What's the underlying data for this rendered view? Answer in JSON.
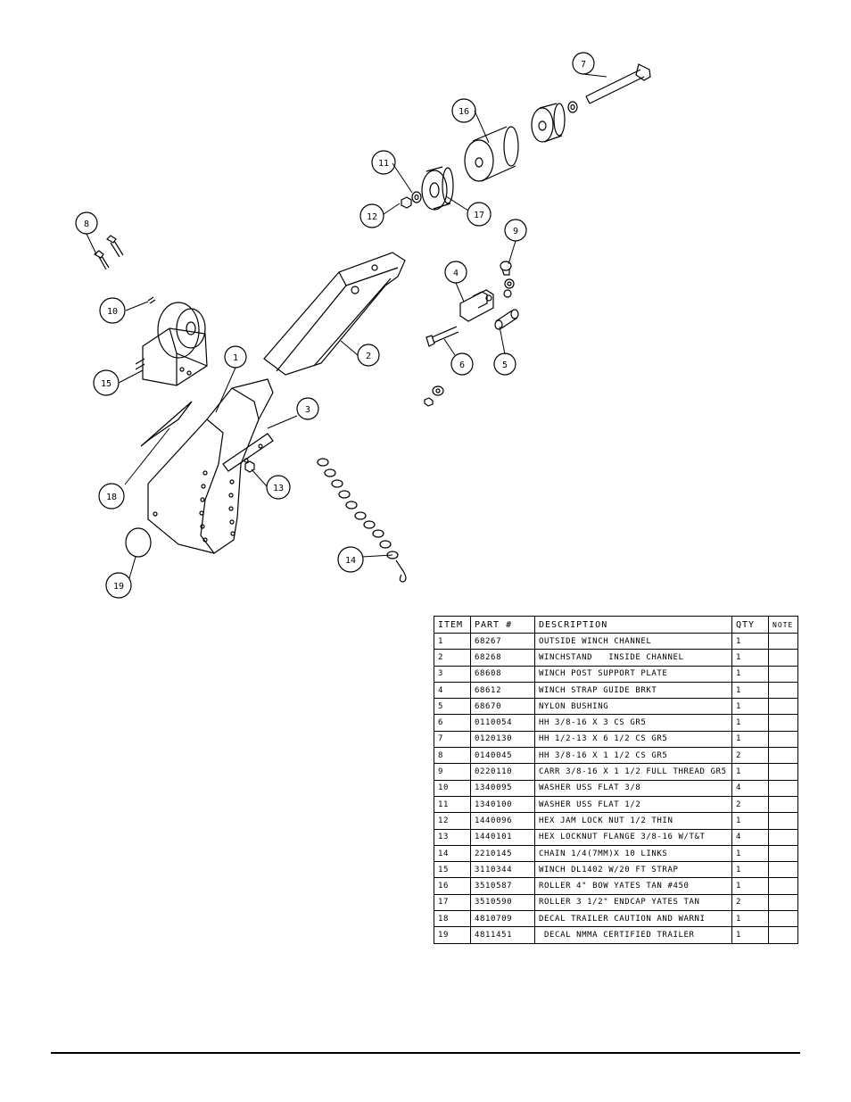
{
  "callouts": [
    "1",
    "2",
    "3",
    "4",
    "5",
    "6",
    "7",
    "8",
    "9",
    "10",
    "11",
    "12",
    "13",
    "14",
    "15",
    "16",
    "17",
    "18",
    "19"
  ],
  "table": {
    "headers": {
      "item": "ITEM",
      "part": "PART #",
      "description": "DESCRIPTION",
      "qty": "QTY",
      "note": "NOTE"
    },
    "rows": [
      {
        "item": "1",
        "part": "68267",
        "description": "OUTSIDE WINCH CHANNEL",
        "qty": "1"
      },
      {
        "item": "2",
        "part": "68268",
        "description": "WINCHSTAND   INSIDE CHANNEL",
        "qty": "1"
      },
      {
        "item": "3",
        "part": "68608",
        "description": "WINCH POST SUPPORT PLATE",
        "qty": "1"
      },
      {
        "item": "4",
        "part": "68612",
        "description": "WINCH STRAP GUIDE BRKT",
        "qty": "1"
      },
      {
        "item": "5",
        "part": "68670",
        "description": "NYLON BUSHING",
        "qty": "1"
      },
      {
        "item": "6",
        "part": "0110054",
        "description": "HH 3/8-16 X 3 CS GR5",
        "qty": "1"
      },
      {
        "item": "7",
        "part": "0120130",
        "description": "HH 1/2-13 X 6 1/2 CS GR5",
        "qty": "1"
      },
      {
        "item": "8",
        "part": "0140045",
        "description": "HH 3/8-16 X 1 1/2 CS GR5",
        "qty": "2"
      },
      {
        "item": "9",
        "part": "0220110",
        "description": "CARR 3/8-16 X 1 1/2 FULL THREAD GR5",
        "qty": "1"
      },
      {
        "item": "10",
        "part": "1340095",
        "description": "WASHER USS FLAT 3/8",
        "qty": "4"
      },
      {
        "item": "11",
        "part": "1340100",
        "description": "WASHER USS FLAT 1/2",
        "qty": "2"
      },
      {
        "item": "12",
        "part": "1440096",
        "description": "HEX JAM LOCK NUT 1/2 THIN",
        "qty": "1"
      },
      {
        "item": "13",
        "part": "1440101",
        "description": "HEX LOCKNUT FLANGE 3/8-16 W/T&T",
        "qty": "4"
      },
      {
        "item": "14",
        "part": "2210145",
        "description": "CHAIN 1/4(7MM)X 10 LINKS",
        "qty": "1"
      },
      {
        "item": "15",
        "part": "3110344",
        "description": "WINCH DL1402 W/20 FT STRAP",
        "qty": "1"
      },
      {
        "item": "16",
        "part": "3510587",
        "description": "ROLLER 4\" BOW YATES TAN #450",
        "qty": "1"
      },
      {
        "item": "17",
        "part": "3510590",
        "description": "ROLLER 3 1/2\" ENDCAP YATES TAN",
        "qty": "2"
      },
      {
        "item": "18",
        "part": "4810709",
        "description": "DECAL TRAILER CAUTION AND WARNI",
        "qty": "1"
      },
      {
        "item": "19",
        "part": "4811451",
        "description": " DECAL NMMA CERTIFIED TRAILER",
        "qty": "1"
      }
    ]
  }
}
